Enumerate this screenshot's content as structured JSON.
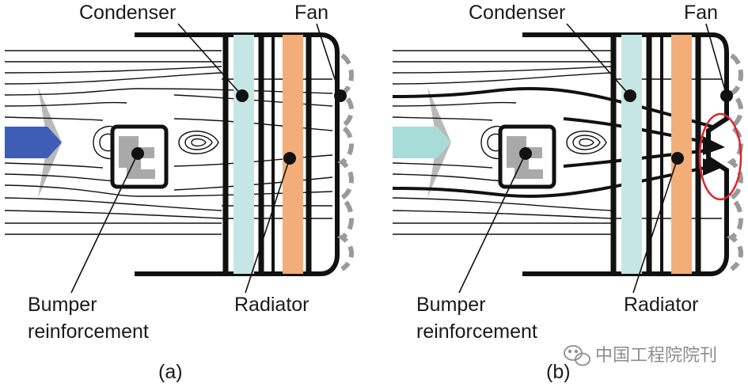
{
  "colors": {
    "condenser": "#c6e6e6",
    "radiator": "#f2ad79",
    "inflow_a": "#3e5db5",
    "inflow_b": "#a8dcd8",
    "highlight": "#d9262f",
    "fan_blade": "#9a9a9a"
  },
  "icons": {
    "watermark": "wechat-icon"
  },
  "panels": [
    {
      "id": "a",
      "caption": "(a)",
      "labels": {
        "condenser": "Condenser",
        "fan": "Fan",
        "bumper_line1": "Bumper",
        "bumper_line2": "reinforcement",
        "radiator": "Radiator"
      },
      "recirculation_highlight": false
    },
    {
      "id": "b",
      "caption": "(b)",
      "labels": {
        "condenser": "Condenser",
        "fan": "Fan",
        "bumper_line1": "Bumper",
        "bumper_line2": "reinforcement",
        "radiator": "Radiator"
      },
      "recirculation_highlight": true
    }
  ],
  "watermark": "中国工程院院刊"
}
